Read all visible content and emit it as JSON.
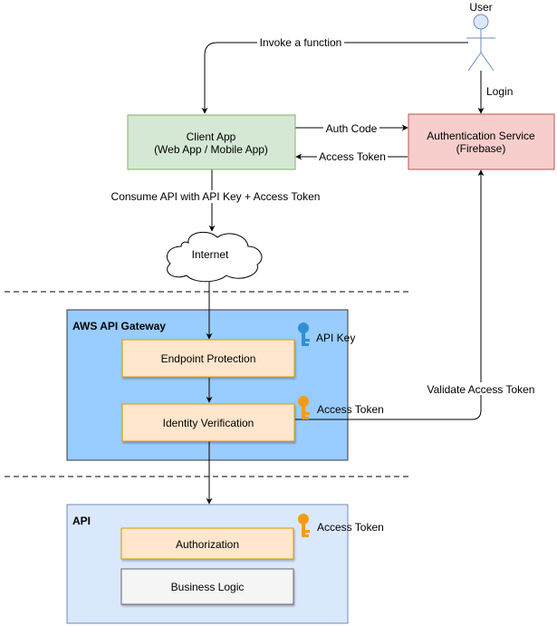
{
  "actor": {
    "label": "User"
  },
  "nodes": {
    "client_app": {
      "line1": "Client App",
      "line2": "(Web App / Mobile App)"
    },
    "auth_service": {
      "line1": "Authentication Service",
      "line2": "(Firebase)"
    },
    "internet": {
      "label": "Internet"
    },
    "endpoint_protection": {
      "label": "Endpoint Protection"
    },
    "identity_verification": {
      "label": "Identity Verification"
    },
    "authorization": {
      "label": "Authorization"
    },
    "business_logic": {
      "label": "Business Logic"
    }
  },
  "groups": {
    "gateway": {
      "label": "AWS API Gateway"
    },
    "api": {
      "label": "API"
    }
  },
  "keys": {
    "api_key": {
      "label": "API Key",
      "color": "#2F8FD6"
    },
    "gateway_access_token": {
      "label": "Access Token",
      "color": "#F39C12"
    },
    "api_access_token": {
      "label": "Access Token",
      "color": "#F39C12"
    }
  },
  "edges": {
    "invoke": "Invoke a function",
    "login": "Login",
    "auth_code": "Auth Code",
    "access_token": "Access Token",
    "consume": "Consume API with API Key + Access Token",
    "validate": "Validate Access Token"
  },
  "colors": {
    "client_fill": "#d5e8d4",
    "client_stroke": "#82b366",
    "auth_fill": "#f8cecc",
    "auth_stroke": "#b85450",
    "gateway_fill": "#99ccff",
    "gateway_stroke": "#36393d",
    "api_fill": "#dae8fc",
    "api_stroke": "#6c8ebf",
    "step_fill": "#ffe6cc",
    "step_stroke": "#d79b00",
    "logic_fill": "#f5f5f5",
    "logic_stroke": "#666666",
    "logic_text": "#333333",
    "actor_head": "#dae8fc",
    "actor_stroke": "#6c8ebf"
  }
}
